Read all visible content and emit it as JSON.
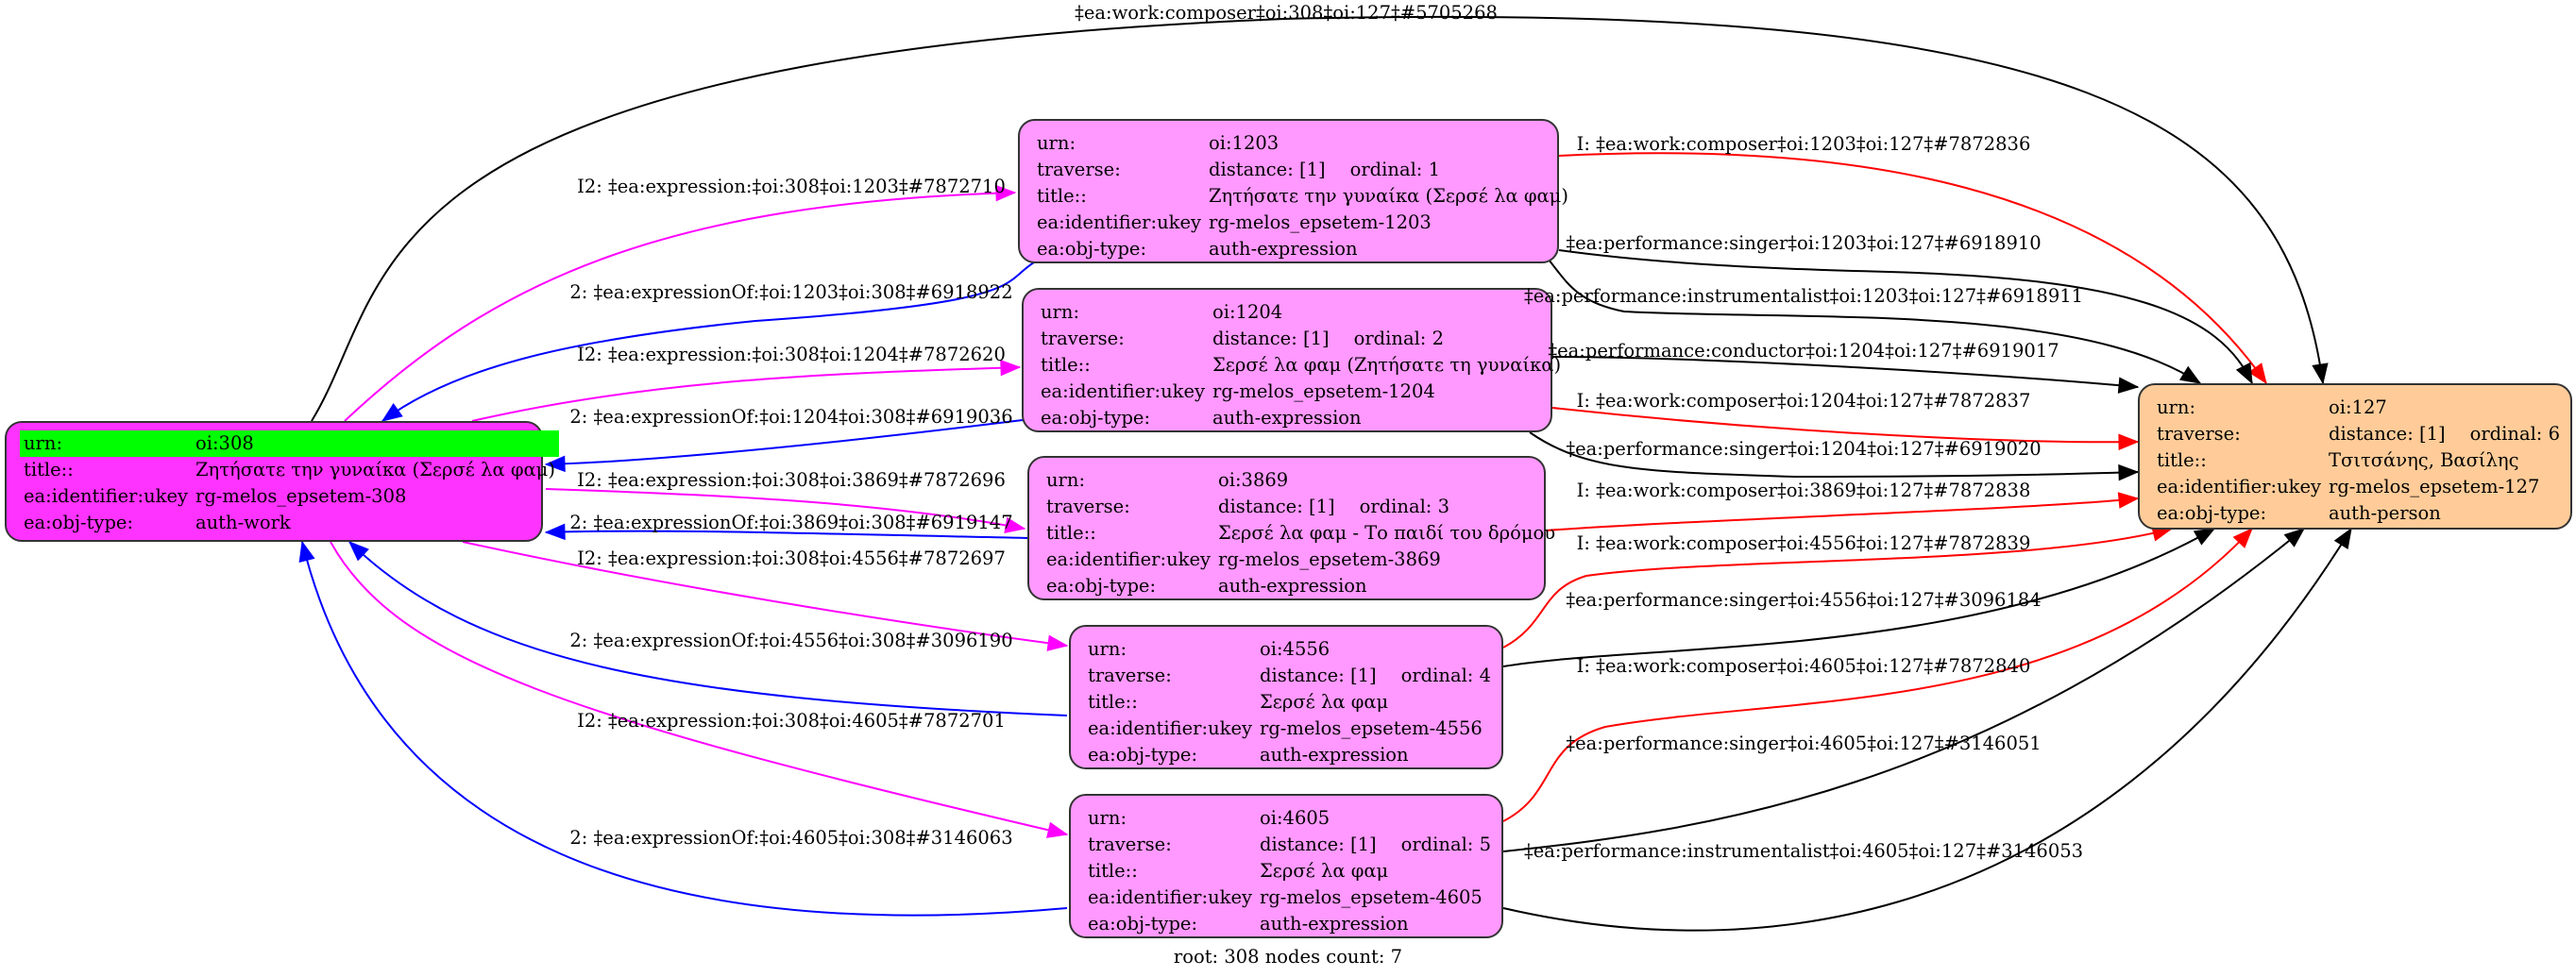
{
  "graph": {
    "footer": "root: 308 nodes count: 7",
    "colors": {
      "work_fill": "#ff33ff",
      "expression_fill": "#ff99ff",
      "person_fill": "#ffcc99",
      "root_highlight": "#00ff00",
      "edge_expression": "#ff00ff",
      "edge_expressionOf": "#0000ff",
      "edge_composer_inverse": "#ff0000",
      "edge_default": "#000000"
    },
    "row_labels": {
      "urn": "urn:",
      "traverse": "traverse:",
      "title": "title::",
      "ukey": "ea:identifier:ukey",
      "objtype": "ea:obj-type:"
    },
    "nodes": {
      "n308": {
        "urn": "oi:308",
        "title": "Ζητήσατε την γυναίκα (Σερσέ λα φαμ)",
        "ukey": "rg-melos_epsetem-308",
        "objtype": "auth-work"
      },
      "n1203": {
        "urn": "oi:1203",
        "distance": "distance: [1]",
        "ordinal": "ordinal: 1",
        "title": "Ζητήσατε την γυναίκα (Σερσέ λα φαμ)",
        "ukey": "rg-melos_epsetem-1203",
        "objtype": "auth-expression"
      },
      "n1204": {
        "urn": "oi:1204",
        "distance": "distance: [1]",
        "ordinal": "ordinal: 2",
        "title": "Σερσέ λα φαμ (Ζητήσατε τη γυναίκα)",
        "ukey": "rg-melos_epsetem-1204",
        "objtype": "auth-expression"
      },
      "n3869": {
        "urn": "oi:3869",
        "distance": "distance: [1]",
        "ordinal": "ordinal: 3",
        "title": "Σερσέ λα φαμ - Το παιδί του δρόμου",
        "ukey": "rg-melos_epsetem-3869",
        "objtype": "auth-expression"
      },
      "n4556": {
        "urn": "oi:4556",
        "distance": "distance: [1]",
        "ordinal": "ordinal: 4",
        "title": "Σερσέ λα φαμ",
        "ukey": "rg-melos_epsetem-4556",
        "objtype": "auth-expression"
      },
      "n4605": {
        "urn": "oi:4605",
        "distance": "distance: [1]",
        "ordinal": "ordinal: 5",
        "title": "Σερσέ λα φαμ",
        "ukey": "rg-melos_epsetem-4605",
        "objtype": "auth-expression"
      },
      "n127": {
        "urn": "oi:127",
        "distance": "distance: [1]",
        "ordinal": "ordinal: 6",
        "title": "Τσιτσάνης, Βασίλης",
        "ukey": "rg-melos_epsetem-127",
        "objtype": "auth-person"
      }
    },
    "edges": [
      {
        "from": "n308",
        "to": "n127",
        "type": "default",
        "label": "‡ea:work:composer‡oi:308‡oi:127‡#5705268"
      },
      {
        "from": "n308",
        "to": "n1203",
        "type": "expression",
        "label": "I2: ‡ea:expression:‡oi:308‡oi:1203‡#7872710"
      },
      {
        "from": "n1203",
        "to": "n308",
        "type": "expressionOf",
        "label": "2: ‡ea:expressionOf:‡oi:1203‡oi:308‡#6918922"
      },
      {
        "from": "n308",
        "to": "n1204",
        "type": "expression",
        "label": "I2: ‡ea:expression:‡oi:308‡oi:1204‡#7872620"
      },
      {
        "from": "n1204",
        "to": "n308",
        "type": "expressionOf",
        "label": "2: ‡ea:expressionOf:‡oi:1204‡oi:308‡#6919036"
      },
      {
        "from": "n308",
        "to": "n3869",
        "type": "expression",
        "label": "I2: ‡ea:expression:‡oi:308‡oi:3869‡#7872696"
      },
      {
        "from": "n3869",
        "to": "n308",
        "type": "expressionOf",
        "label": "2: ‡ea:expressionOf:‡oi:3869‡oi:308‡#6919147"
      },
      {
        "from": "n308",
        "to": "n4556",
        "type": "expression",
        "label": "I2: ‡ea:expression:‡oi:308‡oi:4556‡#7872697"
      },
      {
        "from": "n4556",
        "to": "n308",
        "type": "expressionOf",
        "label": "2: ‡ea:expressionOf:‡oi:4556‡oi:308‡#3096190"
      },
      {
        "from": "n308",
        "to": "n4605",
        "type": "expression",
        "label": "I2: ‡ea:expression:‡oi:308‡oi:4605‡#7872701"
      },
      {
        "from": "n4605",
        "to": "n308",
        "type": "expressionOf",
        "label": "2: ‡ea:expressionOf:‡oi:4605‡oi:308‡#3146063"
      },
      {
        "from": "n1203",
        "to": "n127",
        "type": "composer_inverse",
        "label": "I: ‡ea:work:composer‡oi:1203‡oi:127‡#7872836"
      },
      {
        "from": "n1203",
        "to": "n127",
        "type": "default",
        "label": "‡ea:performance:singer‡oi:1203‡oi:127‡#6918910"
      },
      {
        "from": "n1203",
        "to": "n127",
        "type": "default",
        "label": "‡ea:performance:instrumentalist‡oi:1203‡oi:127‡#6918911"
      },
      {
        "from": "n1204",
        "to": "n127",
        "type": "default",
        "label": "‡ea:performance:conductor‡oi:1204‡oi:127‡#6919017"
      },
      {
        "from": "n1204",
        "to": "n127",
        "type": "composer_inverse",
        "label": "I: ‡ea:work:composer‡oi:1204‡oi:127‡#7872837"
      },
      {
        "from": "n1204",
        "to": "n127",
        "type": "default",
        "label": "‡ea:performance:singer‡oi:1204‡oi:127‡#6919020"
      },
      {
        "from": "n3869",
        "to": "n127",
        "type": "composer_inverse",
        "label": "I: ‡ea:work:composer‡oi:3869‡oi:127‡#7872838"
      },
      {
        "from": "n4556",
        "to": "n127",
        "type": "composer_inverse",
        "label": "I: ‡ea:work:composer‡oi:4556‡oi:127‡#7872839"
      },
      {
        "from": "n4556",
        "to": "n127",
        "type": "default",
        "label": "‡ea:performance:singer‡oi:4556‡oi:127‡#3096184"
      },
      {
        "from": "n4605",
        "to": "n127",
        "type": "composer_inverse",
        "label": "I: ‡ea:work:composer‡oi:4605‡oi:127‡#7872840"
      },
      {
        "from": "n4605",
        "to": "n127",
        "type": "default",
        "label": "‡ea:performance:singer‡oi:4605‡oi:127‡#3146051"
      },
      {
        "from": "n4605",
        "to": "n127",
        "type": "default",
        "label": "‡ea:performance:instrumentalist‡oi:4605‡oi:127‡#3146053"
      }
    ]
  }
}
